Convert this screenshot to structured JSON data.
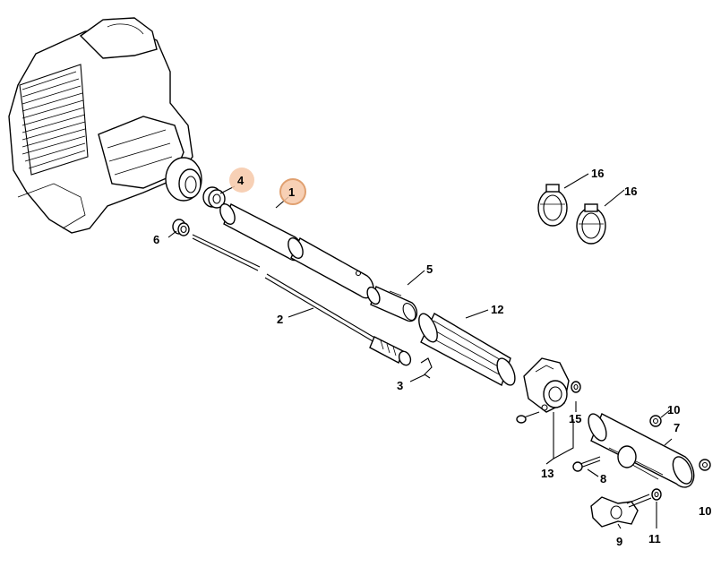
{
  "highlight_color": "#f6c8a8",
  "highlight_ring_color": "#e0a070",
  "labels": {
    "p1": "1",
    "p2": "2",
    "p3": "3",
    "p4": "4",
    "p5": "5",
    "p6": "6",
    "p7": "7",
    "p8": "8",
    "p9": "9",
    "p10a": "10",
    "p10b": "10",
    "p11": "11",
    "p12": "12",
    "p13": "13",
    "p15": "15",
    "p16a": "16",
    "p16b": "16"
  },
  "highlighted_parts": [
    "1",
    "4"
  ]
}
